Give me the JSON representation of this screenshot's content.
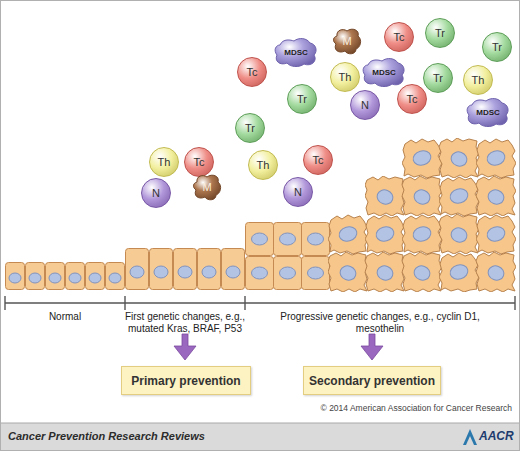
{
  "diagram": {
    "nodes": [
      {
        "text": [
          "M"
        ]
      },
      {
        "text": [
          "Tc"
        ]
      },
      {
        "text": [
          "Tr"
        ]
      },
      {
        "text": [
          "MDSC"
        ]
      },
      {
        "text": [
          "Tr"
        ]
      },
      {
        "text": [
          "Tc"
        ]
      },
      {
        "text": [
          "Th"
        ]
      },
      {
        "text": [
          "MDSC"
        ]
      },
      {
        "text": [
          "Tr"
        ]
      },
      {
        "text": [
          "Th"
        ]
      },
      {
        "text": [
          "Tr"
        ]
      },
      {
        "text": [
          "N"
        ]
      },
      {
        "text": [
          "Tc"
        ]
      },
      {
        "text": [
          "MDSC"
        ]
      },
      {
        "text": [
          "Tr"
        ]
      },
      {
        "text": [
          "Th"
        ]
      },
      {
        "text": [
          "Tc"
        ]
      },
      {
        "text": [
          "Th"
        ]
      },
      {
        "text": [
          "Tc"
        ]
      },
      {
        "text": [
          "N"
        ]
      },
      {
        "text": [
          "M"
        ]
      },
      {
        "text": [
          "N"
        ]
      },
      {
        "text": [
          "Primary prevention"
        ]
      },
      {
        "text": [
          "Secondary prevention"
        ]
      }
    ],
    "labels": [
      "Normal",
      "First genetic changes, e.g., mutated Kras, BRAF, P53",
      "Progressive genetic changes, e.g., cyclin D1, mesothelin",
      "© 2014 American Association for Cancer Research",
      "Cancer Prevention Research Reviews",
      "AACR"
    ]
  }
}
